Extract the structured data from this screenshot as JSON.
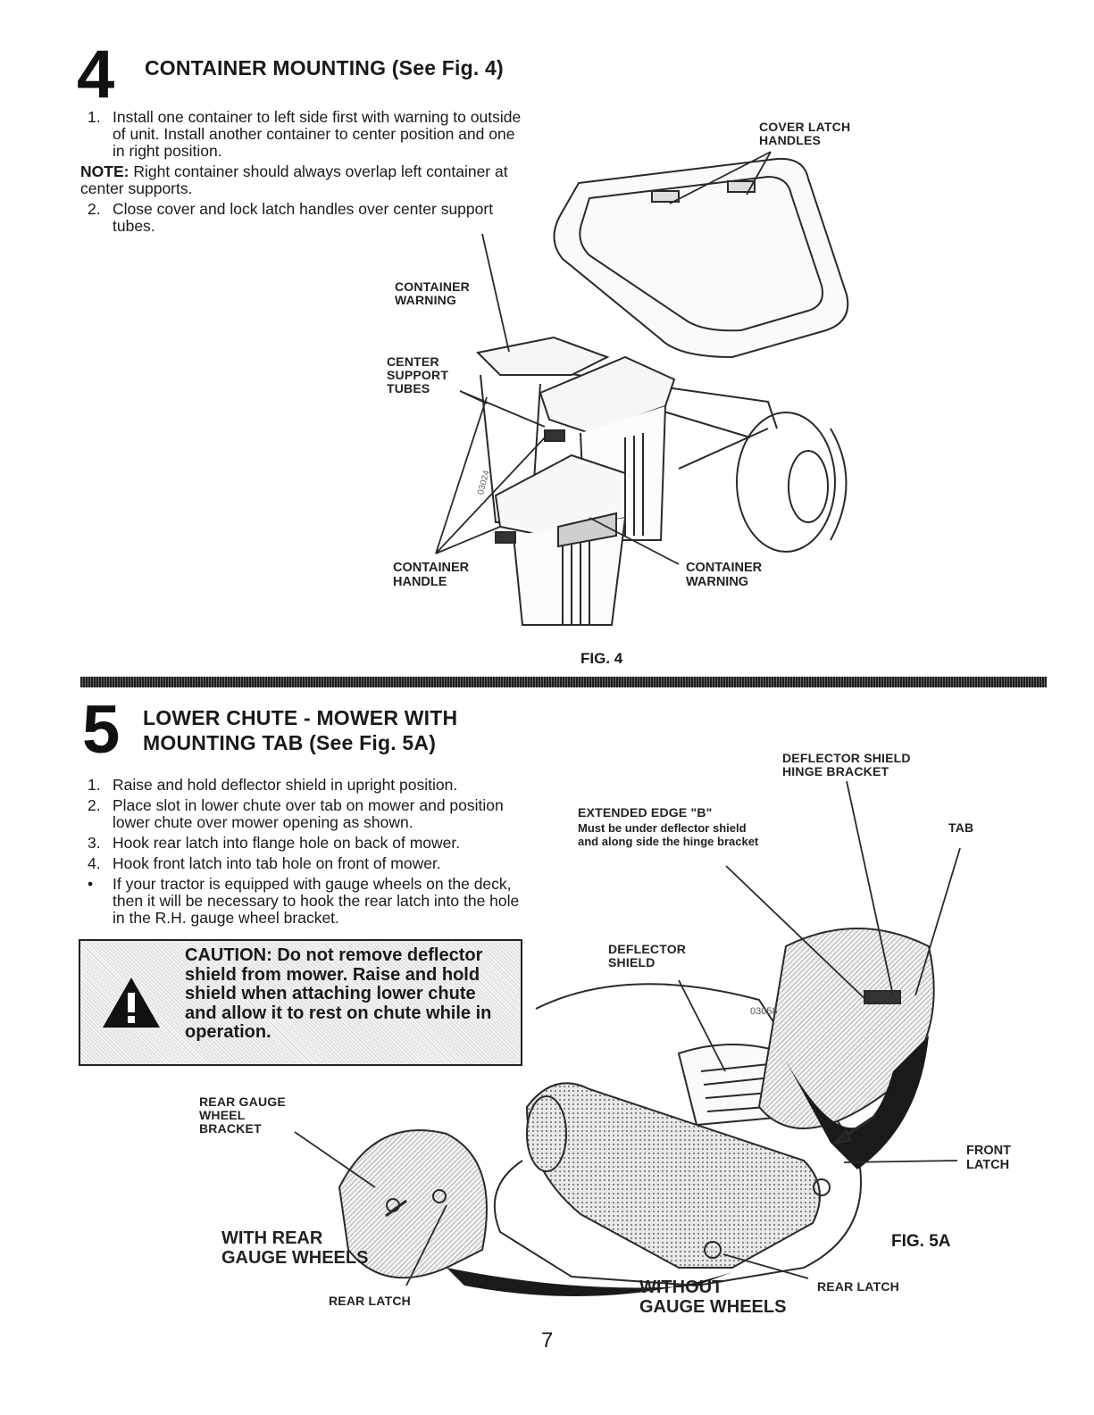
{
  "section4": {
    "number": "4",
    "title": "CONTAINER MOUNTING (See Fig. 4)",
    "steps": [
      {
        "n": "1.",
        "text": "Install one container to left side first with warning to outside of unit. Install another container to center position and one in right position."
      },
      {
        "n": "2.",
        "text": "Close cover and lock latch handles over center support tubes."
      }
    ],
    "note_label": "NOTE:",
    "note_text": "Right container should always overlap left container at center supports.",
    "figure": {
      "caption": "FIG. 4",
      "labels": {
        "cover_latch": "COVER LATCH\nHANDLES",
        "container_warning_top": "CONTAINER\nWARNING",
        "center_support": "CENTER\nSUPPORT\nTUBES",
        "container_handle": "CONTAINER\nHANDLE",
        "container_warning_bottom": "CONTAINER\nWARNING"
      },
      "part_code": "03024"
    }
  },
  "section5": {
    "number": "5",
    "title_line1": "LOWER CHUTE - MOWER WITH",
    "title_line2": "MOUNTING TAB (See Fig. 5A)",
    "steps": [
      {
        "n": "1.",
        "text": "Raise and hold deflector shield in upright position."
      },
      {
        "n": "2.",
        "text": "Place slot in lower chute over tab on mower and position lower chute over mower opening as shown."
      },
      {
        "n": "3.",
        "text": "Hook rear latch into flange hole on back of mower."
      },
      {
        "n": "4.",
        "text": "Hook front latch into tab hole on front of mower."
      },
      {
        "n": "•",
        "text": "If your tractor is equipped with gauge wheels on the deck, then it will be necessary to hook the rear latch into the hole in the R.H. gauge wheel bracket."
      }
    ],
    "caution": "CAUTION: Do not remove deflector shield from mower. Raise and hold shield when attaching lower chute and allow it to rest on chute while in operation.",
    "figure": {
      "caption": "FIG. 5A",
      "labels": {
        "deflector_hinge": "DEFLECTOR SHIELD\nHINGE BRACKET",
        "extended_edge_title": "EXTENDED EDGE \"B\"",
        "extended_edge_desc": "Must be under deflector shield\nand along side the hinge bracket",
        "tab": "TAB",
        "deflector_shield": "DEFLECTOR\nSHIELD",
        "rear_gauge_bracket": "REAR GAUGE\nWHEEL\nBRACKET",
        "front_latch": "FRONT\nLATCH",
        "with_rear": "WITH REAR\nGAUGE WHEELS",
        "rear_latch_left": "REAR LATCH",
        "without": "WITHOUT\nGAUGE WHEELS",
        "rear_latch_right": "REAR LATCH"
      },
      "part_code": "03058"
    }
  },
  "page_number": "7"
}
